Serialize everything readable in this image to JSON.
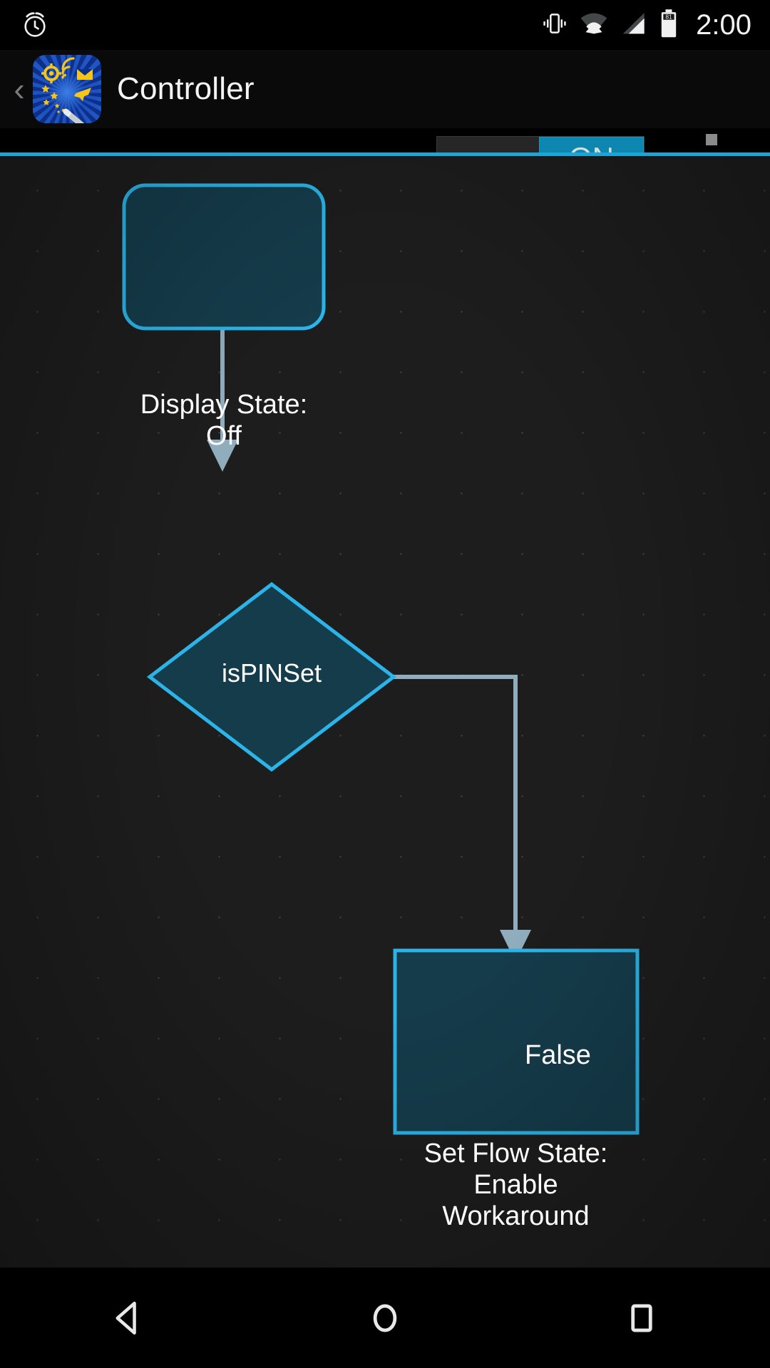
{
  "status_bar": {
    "icons": [
      "alarm-clock-icon",
      "vibrate-icon",
      "wifi-icon",
      "cell-signal-icon",
      "battery-icon"
    ],
    "battery_level": "81",
    "time": "2:00"
  },
  "app_bar": {
    "back_label": "‹",
    "app_icon_name": "automate-app-icon",
    "title": "Controller",
    "toggle": {
      "label": "ON",
      "state": "on"
    },
    "overflow_label": "overflow-menu"
  },
  "canvas": {
    "accent_color": "#1ba6d8",
    "node_fill": "#153c4b",
    "node_stroke": "#2cb4e8",
    "edge_color": "#8fadbd",
    "background": "#1d1d1d",
    "nodes": [
      {
        "id": "display-state",
        "shape": "rounded-rect",
        "label": "Display State: Off"
      },
      {
        "id": "is-pin-set",
        "shape": "diamond",
        "label": "isPINSet"
      },
      {
        "id": "set-flow-state",
        "shape": "rect",
        "label": "Set Flow State:\nEnable\nWorkaround",
        "line1": "Set Flow State:",
        "line2": "Enable",
        "line3": "Workaround"
      }
    ],
    "edges": [
      {
        "from": "display-state",
        "to": "is-pin-set",
        "label": ""
      },
      {
        "from": "is-pin-set",
        "to": "set-flow-state",
        "label": "False"
      }
    ]
  },
  "nav_bar": {
    "back": "back-nav-icon",
    "home": "home-nav-icon",
    "recents": "recents-nav-icon"
  }
}
